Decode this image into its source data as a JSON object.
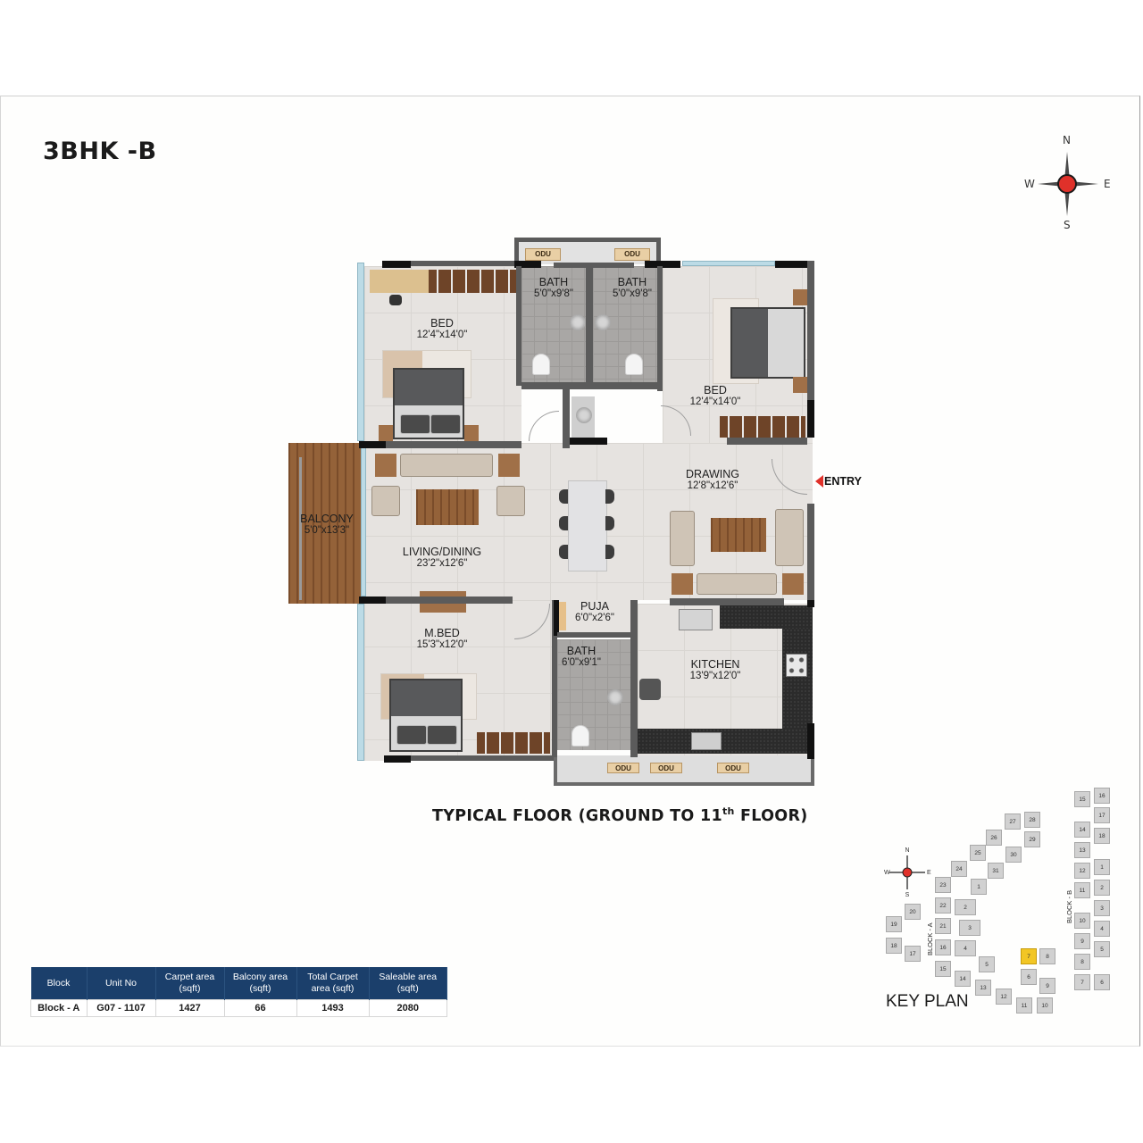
{
  "title": "3BHK -B",
  "compass": {
    "n": "N",
    "s": "S",
    "e": "E",
    "w": "W",
    "center_color": "#e0312a"
  },
  "entry_label": "ENTRY",
  "rooms": {
    "bed_nw": {
      "name": "BED",
      "dims": "12'4\"x14'0\""
    },
    "bath_1": {
      "name": "BATH",
      "dims": "5'0\"x9'8\""
    },
    "bath_2": {
      "name": "BATH",
      "dims": "5'0\"x9'8\""
    },
    "bed_ne": {
      "name": "BED",
      "dims": "12'4\"x14'0\""
    },
    "drawing": {
      "name": "DRAWING",
      "dims": "12'8\"x12'6\""
    },
    "balcony": {
      "name": "BALCONY",
      "dims": "5'0\"x13'3\""
    },
    "living_dining": {
      "name": "LIVING/DINING",
      "dims": "23'2\"x12'6\""
    },
    "puja": {
      "name": "PUJA",
      "dims": "6'0\"x2'6\""
    },
    "mbed": {
      "name": "M.BED",
      "dims": "15'3\"x12'0\""
    },
    "bath_3": {
      "name": "BATH",
      "dims": "6'0\"x9'1\""
    },
    "kitchen": {
      "name": "KITCHEN",
      "dims": "13'9\"x12'0\""
    }
  },
  "odu_label": "ODU",
  "caption": {
    "prefix": "TYPICAL FLOOR (GROUND TO 11",
    "sup": "th",
    "suffix": " FLOOR)"
  },
  "unit_table": {
    "headers": [
      "Block",
      "Unit No",
      "Carpet area (sqft)",
      "Balcony area (sqft)",
      "Total Carpet area (sqft)",
      "Saleable area (sqft)"
    ],
    "rows": [
      [
        "Block - A",
        "G07 - 1107",
        "1427",
        "66",
        "1493",
        "2080"
      ]
    ],
    "header_color": "#1b3f6b"
  },
  "key_plan": {
    "title": "KEY PLAN",
    "block_a_label": "BLOCK - A",
    "block_b_label": "BLOCK - B",
    "selected_unit": "7",
    "highlight_color": "#f2c624",
    "compass": {
      "n": "N",
      "s": "S",
      "e": "E",
      "w": "W"
    },
    "block_a_units": [
      "1",
      "2",
      "3",
      "4",
      "5",
      "6",
      "7",
      "8",
      "9",
      "10",
      "11",
      "12",
      "13",
      "14",
      "15",
      "16",
      "17",
      "18",
      "19",
      "20",
      "21",
      "22",
      "23",
      "24",
      "25",
      "26",
      "27",
      "28",
      "29",
      "30",
      "31"
    ],
    "block_b_units": [
      "1",
      "2",
      "3",
      "4",
      "5",
      "6",
      "7",
      "8",
      "9",
      "10",
      "11",
      "12",
      "13",
      "14",
      "15",
      "16",
      "17",
      "18"
    ]
  }
}
